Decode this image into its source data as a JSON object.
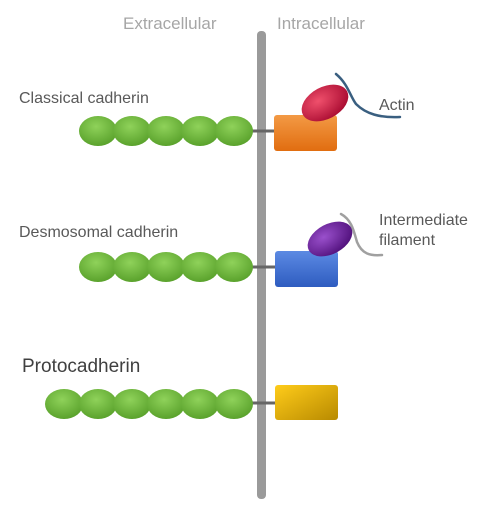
{
  "headers": {
    "extracellular": "Extracellular",
    "intracellular": "Intracellular"
  },
  "rows": [
    {
      "name": "Classical cadherin",
      "domains": 5,
      "cyto_color": "#ee7722",
      "binder": "Actin",
      "binder_color": "#c8103e",
      "binder_line": "#3a5f80"
    },
    {
      "name": "Desmosomal cadherin",
      "domains": 5,
      "cyto_color": "#3f6fd0",
      "binder": "Intermediate filament",
      "binder_line1": "Intermediate",
      "binder_line2": "filament",
      "binder_color": "#6a1f9a",
      "binder_line": "#a0a0a0"
    },
    {
      "name": "Protocadherin",
      "domains": 6,
      "cyto_color": "#e6a800"
    }
  ],
  "colors": {
    "membrane": "#9a9a9a",
    "domain": "#6cb53a",
    "linker": "#666666"
  }
}
